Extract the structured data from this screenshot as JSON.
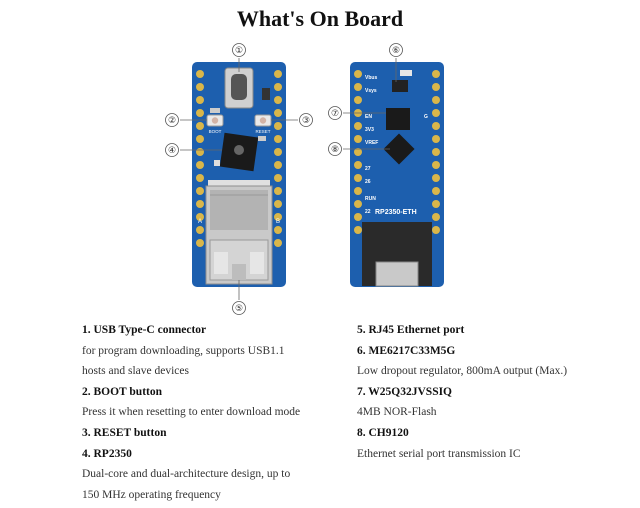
{
  "title": "What's On Board",
  "callouts": [
    "①",
    "②",
    "③",
    "④",
    "⑤",
    "⑥",
    "⑦",
    "⑧"
  ],
  "board_labels": {
    "model": "RP2350-ETH",
    "pins": {
      "vbus": "Vbus",
      "vsys": "Vsys",
      "en": "EN",
      "v33": "3V3",
      "vref": "VREF",
      "run": "RUN",
      "p27": "27",
      "p26": "26",
      "p22": "22",
      "g": "G",
      "a": "A",
      "b": "B",
      "boot": "BOOT",
      "reset": "RESET"
    }
  },
  "items_left": [
    {
      "heading": "1. USB Type-C connector",
      "lines": [
        "for program downloading, supports USB1.1",
        "hosts and slave devices"
      ]
    },
    {
      "heading": "2. BOOT button",
      "lines": [
        "Press it when resetting to enter download mode"
      ]
    },
    {
      "heading": "3. RESET button",
      "lines": []
    },
    {
      "heading": "4. RP2350",
      "lines": [
        "Dual-core and dual-architecture design, up to",
        "150 MHz operating frequency"
      ]
    }
  ],
  "items_right": [
    {
      "heading": "5. RJ45 Ethernet port",
      "lines": []
    },
    {
      "heading": "6. ME6217C33M5G",
      "lines": [
        "Low dropout regulator, 800mA output (Max.)"
      ]
    },
    {
      "heading": "7. W25Q32JVSSIQ",
      "lines": [
        "4MB NOR-Flash"
      ]
    },
    {
      "heading": "8. CH9120",
      "lines": [
        "Ethernet serial port transmission IC"
      ]
    }
  ],
  "colors": {
    "pcb": "#1d5fae",
    "pad": "#d9b64a",
    "jack": "#c8c8c8"
  }
}
